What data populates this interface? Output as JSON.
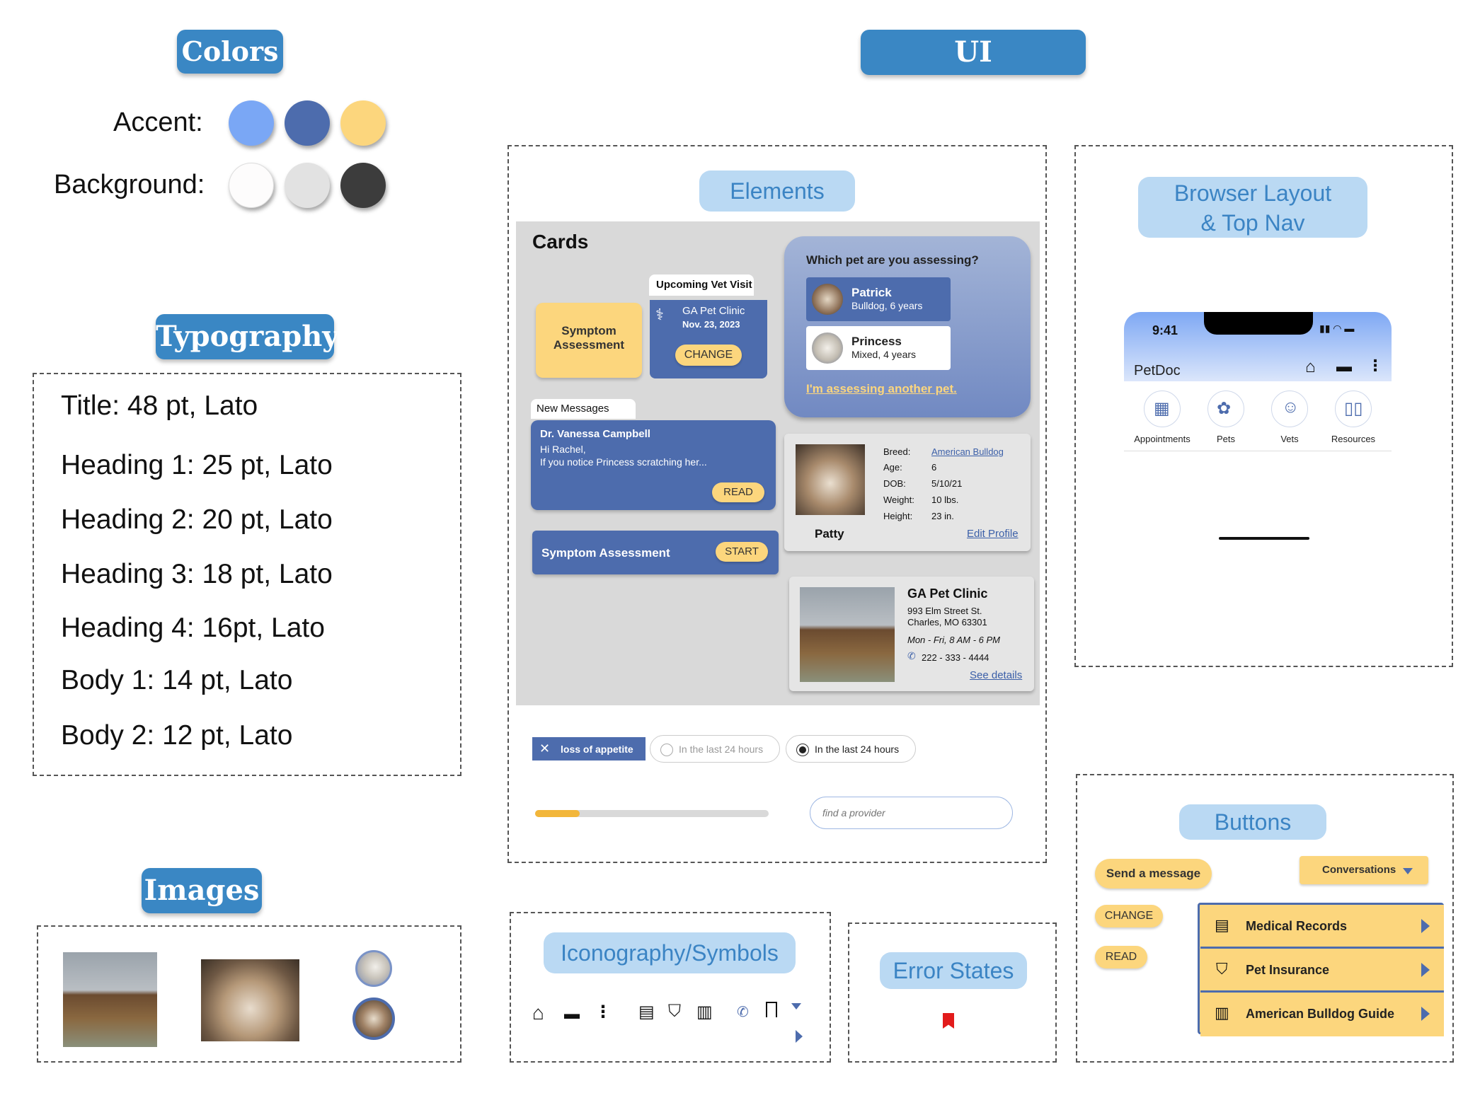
{
  "colors_section": {
    "title": "Colors",
    "accent_label": "Accent:",
    "background_label": "Background:",
    "accent": [
      "#7aa7f5",
      "#4d6cad",
      "#fcd67d"
    ],
    "background": [
      "#fdfcfc",
      "#e2e2e2",
      "#3c3c3c"
    ]
  },
  "typography_section": {
    "title": "Typography",
    "lines": [
      "Title: 48 pt, Lato",
      "Heading 1: 25 pt, Lato",
      "Heading 2: 20 pt, Lato",
      "Heading 3: 18 pt, Lato",
      "Heading 4: 16pt, Lato",
      "Body 1: 14 pt, Lato",
      "Body 2: 12 pt, Lato"
    ]
  },
  "images_section": {
    "title": "Images"
  },
  "ui_components": {
    "title": "UI Components",
    "elements_title": "Elements",
    "browser_title_line1": "Browser Layout",
    "browser_title_line2": "& Top Nav",
    "icon_title": "Iconography/Symbols",
    "error_title": "Error States",
    "buttons_title": "Buttons"
  },
  "cards": {
    "heading": "Cards",
    "symptom_card": "Symptom\nAssessment",
    "vet_visit": {
      "tab": "Upcoming Vet Visit",
      "clinic": "GA Pet Clinic",
      "date": "Nov. 23, 2023",
      "button": "CHANGE"
    },
    "messages": {
      "tab": "New Messages",
      "sender": "Dr. Vanessa Campbell",
      "greeting": "Hi Rachel,",
      "preview": "If you notice Princess scratching her...",
      "button": "READ"
    },
    "symptom_bar": {
      "label": "Symptom Assessment",
      "button": "START"
    },
    "pet_select": {
      "question": "Which pet are you assessing?",
      "pets": [
        {
          "name": "Patrick",
          "detail": "Bulldog, 6 years"
        },
        {
          "name": "Princess",
          "detail": "Mixed, 4 years"
        }
      ],
      "link": "I'm assessing another pet."
    },
    "profile": {
      "name": "Patty",
      "rows": [
        {
          "label": "Breed:",
          "value": "American Bulldog"
        },
        {
          "label": "Age:",
          "value": "6"
        },
        {
          "label": "DOB:",
          "value": "5/10/21"
        },
        {
          "label": "Weight:",
          "value": "10 lbs."
        },
        {
          "label": "Height:",
          "value": "23 in."
        }
      ],
      "link": "Edit Profile"
    },
    "clinic": {
      "name": "GA Pet Clinic",
      "address1": "993 Elm Street St.",
      "address2": "Charles, MO 63301",
      "hours": "Mon - Fri, 8 AM - 6 PM",
      "phone": "222 - 333 - 4444",
      "link": "See details"
    }
  },
  "controls": {
    "chip": "loss of appetite",
    "radio_off": "In the last 24 hours",
    "radio_on": "In the last 24 hours",
    "progress": 0.19,
    "search_placeholder": "find a provider"
  },
  "phone": {
    "time": "9:41",
    "app_name": "PetDoc",
    "tabs": [
      "Appointments",
      "Pets",
      "Vets",
      "Resources"
    ]
  },
  "buttons": {
    "send": "Send a message",
    "conversations": "Conversations",
    "change": "CHANGE",
    "read": "READ",
    "menu": [
      "Medical Records",
      "Pet Insurance",
      "American Bulldog Guide"
    ]
  }
}
